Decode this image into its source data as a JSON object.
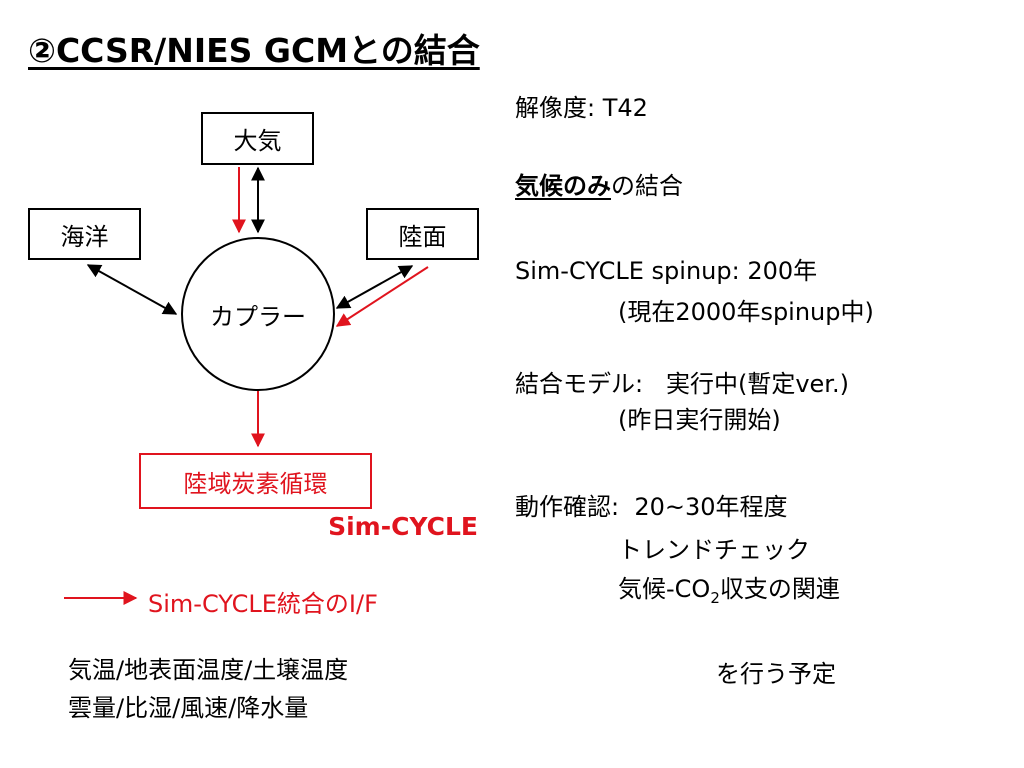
{
  "title": "②CCSR/NIES GCMとの結合",
  "diagram": {
    "atmosphere": "大気",
    "ocean": "海洋",
    "land": "陸面",
    "coupler": "カプラー",
    "land_carbon_cycle": "陸域炭素循環",
    "sim_cycle": "Sim-CYCLE",
    "legend": "Sim-CYCLE統合のI/F",
    "variables_line1": "気温/地表面温度/土壌温度",
    "variables_line2": "雲量/比湿/風速/降水量",
    "colors": {
      "accent": "#e0141e",
      "line": "#000000"
    }
  },
  "notes": {
    "resolution": "解像度: T42",
    "climate_only_emph": "気候のみ",
    "climate_only_rest": "の結合",
    "spinup_line1": "Sim-CYCLE spinup: 200年",
    "spinup_line2": "(現在2000年spinup中)",
    "coupled_line1": "結合モデル:   実行中(暫定ver.)",
    "coupled_line2": "(昨日実行開始)",
    "operation_line1": "動作確認:  20~30年程度",
    "operation_line2": "トレンドチェック",
    "operation_line3_pre": "気候-CO",
    "operation_line3_sub": "2",
    "operation_line3_post": "収支の関連",
    "plan": "を行う予定"
  }
}
